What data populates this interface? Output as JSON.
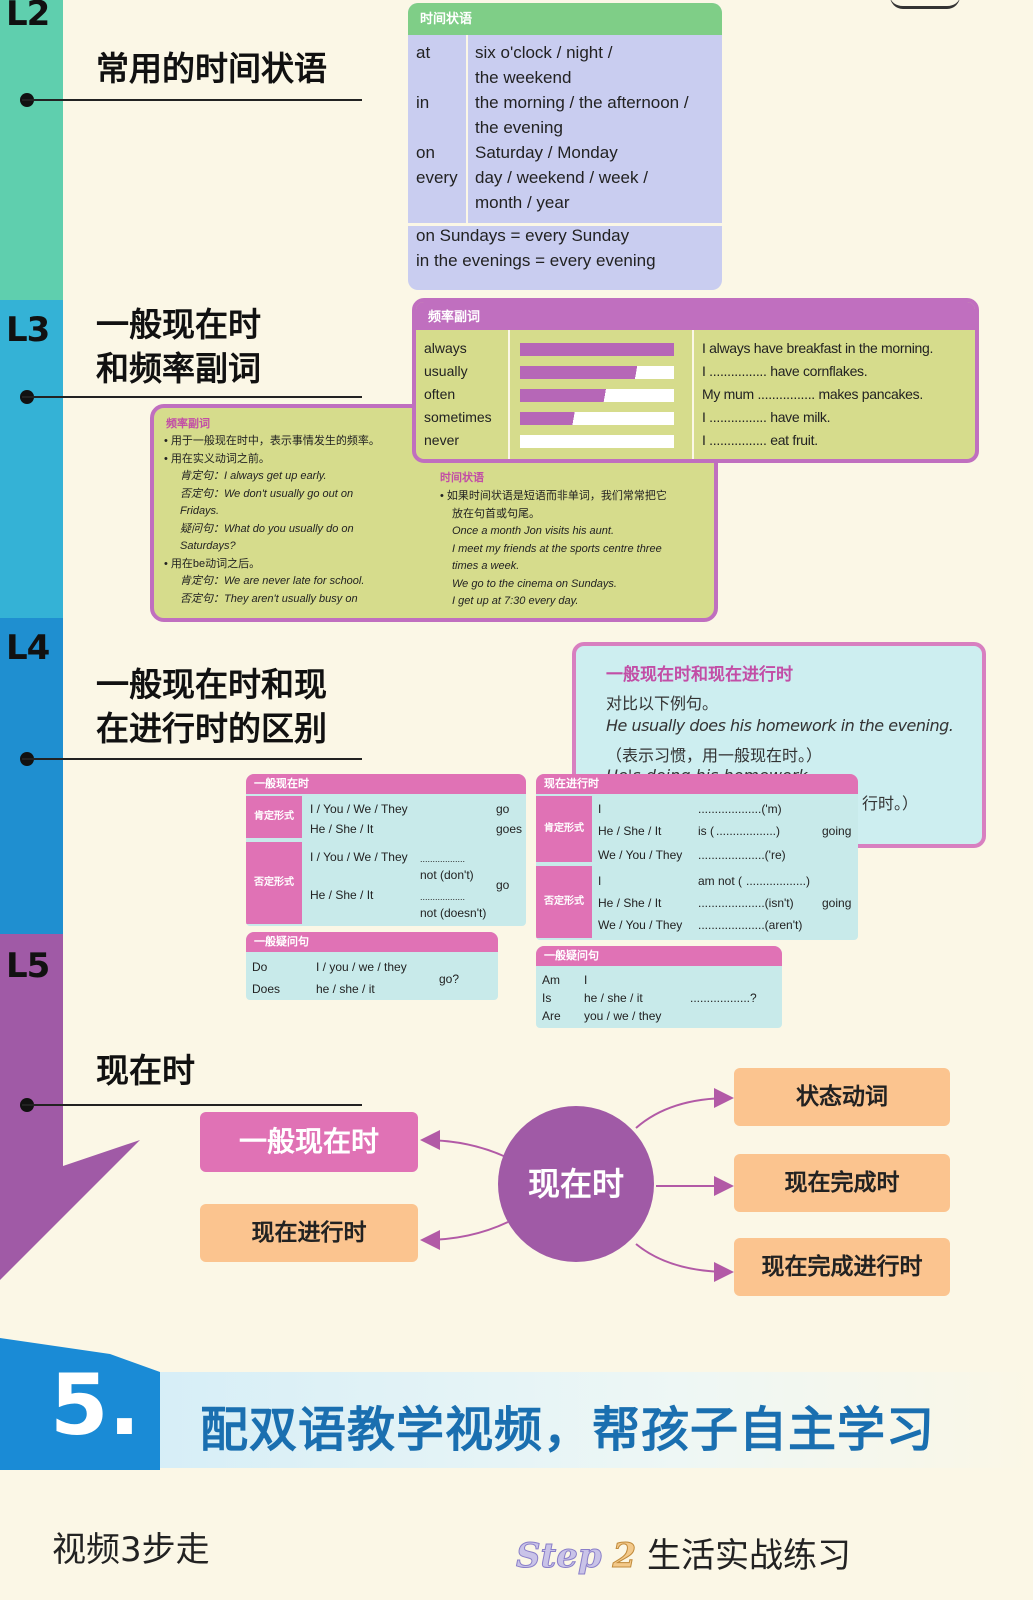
{
  "levels": {
    "l2": {
      "label": "L2",
      "title": "常用的时间状语"
    },
    "l3": {
      "label": "L3",
      "title_line1": "一般现在时",
      "title_line2": "和频率副词"
    },
    "l4": {
      "label": "L4",
      "title_line1": "一般现在时和现",
      "title_line2": "在进行时的区别"
    },
    "l5": {
      "label": "L5",
      "title": "现在时"
    }
  },
  "time_card": {
    "header": "时间状语",
    "rows": [
      {
        "prep": "at",
        "line1": "six o'clock / night /",
        "line2": "the weekend"
      },
      {
        "prep": "in",
        "line1": "the morning / the afternoon /",
        "line2": "the evening"
      },
      {
        "prep": "on",
        "line1": "Saturday / Monday",
        "line2": ""
      },
      {
        "prep": "every",
        "line1": "day / weekend / week /",
        "line2": "month / year"
      }
    ],
    "footer1": "on Sundays = every Sunday",
    "footer2": "in the evenings = every evening"
  },
  "freq_card": {
    "header": "频率副词",
    "adverbs": [
      {
        "word": "always",
        "level": 1.0
      },
      {
        "word": "usually",
        "level": 0.75
      },
      {
        "word": "often",
        "level": 0.55
      },
      {
        "word": "sometimes",
        "level": 0.35
      },
      {
        "word": "never",
        "level": 0.0
      }
    ],
    "sentences": [
      "I always have breakfast in the morning.",
      "I ................ have cornflakes.",
      "My mum ................ makes pancakes.",
      "I ................ have milk.",
      "I ................ eat fruit."
    ]
  },
  "notes_card": {
    "header": "频率副词",
    "left": [
      "• 用于一般现在时中，表示事情发生的频率。",
      "• 用在实义动词之前。",
      "肯定句：I always get up early.",
      "否定句：We don't usually go out on",
      "Fridays.",
      "疑问句：What do you usually do on",
      "Saturdays?",
      "• 用在be动词之后。",
      "肯定句：We are never late for school.",
      "否定句：They aren't usually busy on"
    ],
    "right_header": "时间状语",
    "right": [
      "• 如果时间状语是短语而非单词，我们常常把它",
      "放在句首或句尾。",
      "Once a month Jon visits his aunt.",
      "I meet my friends at the sports centre three",
      "times a week.",
      "We go to the cinema on Sundays.",
      "I get up at 7:30 every day."
    ]
  },
  "compare_card": {
    "title": "一般现在时和现在进行时",
    "line1": "对比以下例句。",
    "line2": "He usually does his homework in the evening.",
    "line3": "（表示习惯，用一般现在时。）",
    "line4": "He's doing his homework",
    "line5": "行时。）"
  },
  "simple_table": {
    "header": "一般现在时",
    "pos_label": "肯定形式",
    "neg_label": "否定形式",
    "pos": [
      {
        "subj": "I / You / We / They",
        "verb": "go"
      },
      {
        "subj": "He / She / It",
        "verb": "goes"
      }
    ],
    "neg": [
      {
        "subj": "I / You / We / They",
        "dots": "..................",
        "aux": "not (don't)"
      },
      {
        "subj": "He / She / It",
        "dots": "..................",
        "aux": "not (doesn't)"
      }
    ],
    "neg_verb": "go"
  },
  "simple_q": {
    "header": "一般疑问句",
    "rows": [
      {
        "aux": "Do",
        "subj": "I / you / we / they"
      },
      {
        "aux": "Does",
        "subj": "he / she / it"
      }
    ],
    "verb": "go?"
  },
  "prog_table": {
    "header": "现在进行时",
    "pos_label": "肯定形式",
    "neg_label": "否定形式",
    "pos": [
      {
        "subj": "I",
        "be": "",
        "blank": "...................('m)"
      },
      {
        "subj": "He / She / It",
        "be": "is (",
        "blank": "..................)"
      },
      {
        "subj": "We / You / They",
        "be": "",
        "blank": "....................('re)"
      }
    ],
    "neg": [
      {
        "subj": "I",
        "be": "am not (",
        "blank": "..................)"
      },
      {
        "subj": "He / She / It",
        "be": "",
        "blank": "....................(isn't)"
      },
      {
        "subj": "We / You / They",
        "be": "",
        "blank": "....................(aren't)"
      }
    ],
    "verb": "going"
  },
  "prog_q": {
    "header": "一般疑问句",
    "rows": [
      {
        "be": "Am",
        "subj": "I"
      },
      {
        "be": "Is",
        "subj": "he / she / it"
      },
      {
        "be": "Are",
        "subj": "you / we / they"
      }
    ],
    "blank": "..................?"
  },
  "mindmap": {
    "center": "现在时",
    "left": [
      "一般现在时",
      "现在进行时"
    ],
    "right": [
      "状态动词",
      "现在完成时",
      "现在完成进行时"
    ]
  },
  "banner": {
    "number": "5.",
    "text": "配双语教学视频，帮孩子自主学习"
  },
  "footer": {
    "left": "视频3步走",
    "step_word": "Step",
    "step_num": "2",
    "step_text": "生活实战练习"
  },
  "colors": {
    "green": "#5fcfae",
    "blue": "#2aa6dc",
    "purple": "#a05aa6",
    "pink": "#e072b5",
    "orange": "#fbc48f",
    "olive": "#d6dc8c",
    "lavender": "#c9cdf0",
    "cyan": "#c8eaea"
  }
}
